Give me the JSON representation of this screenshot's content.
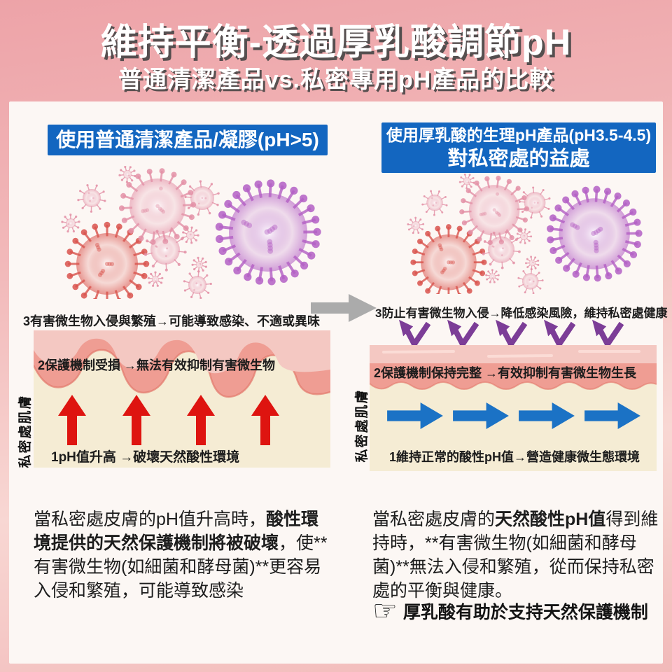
{
  "header": {
    "title": "維持平衡-透過厚乳酸調節pH",
    "subtitle": "普通清潔產品vs.私密專用pH產品的比較"
  },
  "left_panel": {
    "header": "使用普通清潔產品/凝膠(pH>5)",
    "step3": "3有害微生物入侵與繁殖→可能導致感染、不適或異味",
    "step2": "2保護機制受損 →無法有效抑制有害微生物",
    "step1": "1pH值升高 →破壞天然酸性環境",
    "skin_label": "私密處肌膚",
    "arrow_count": 4,
    "paragraph": [
      {
        "text": "當私密處皮膚的pH值升高時，",
        "bold": false
      },
      {
        "text": "酸性環境提供的天然保護機制將被破壞",
        "bold": true
      },
      {
        "text": "，使**有害微生物(如細菌和酵母菌)**更容易入侵和繁殖，可能導致感染",
        "bold": false
      }
    ]
  },
  "right_panel": {
    "header_line1": "使用厚乳酸的生理pH產品(pH3.5-4.5)",
    "header_line2": "對私密處的益處",
    "step3": "3防止有害微生物入侵→降低感染風險，維持私密處健康",
    "step2": "2保護機制保持完整 →有效抑制有害微生物生長",
    "step1": "1維持正常的酸性pH值→營造健康微生態環境",
    "skin_label": "私密處肌膚",
    "arrow_count": 4,
    "deflect_arrow_count": 5,
    "paragraph": [
      {
        "text": "當私密處皮膚的",
        "bold": false
      },
      {
        "text": "天然酸性pH值",
        "bold": true
      },
      {
        "text": "得到維持時，**有害微生物(如細菌和酵母菌)**無法入侵和繁殖，從而保持私密處的平衡與健康。",
        "bold": false
      }
    ],
    "footnote_icon": "☞",
    "footnote": "厚乳酸有助於支持天然保護機制"
  },
  "colors": {
    "header_bar_blue": "#1366c0",
    "up_arrow_red": "#de1410",
    "right_arrow_blue": "#1b72c5",
    "deflect_arrow_purple": "#7c3d97",
    "compare_arrow_gray": "#ababab",
    "virus_red": "#d9544d",
    "virus_pink": "#e390a6",
    "virus_purple": "#b35fc4",
    "skin_light_pink": "#f4c8c2",
    "skin_salmon": "#ef9d93",
    "skin_cream": "#f5ecd4"
  }
}
